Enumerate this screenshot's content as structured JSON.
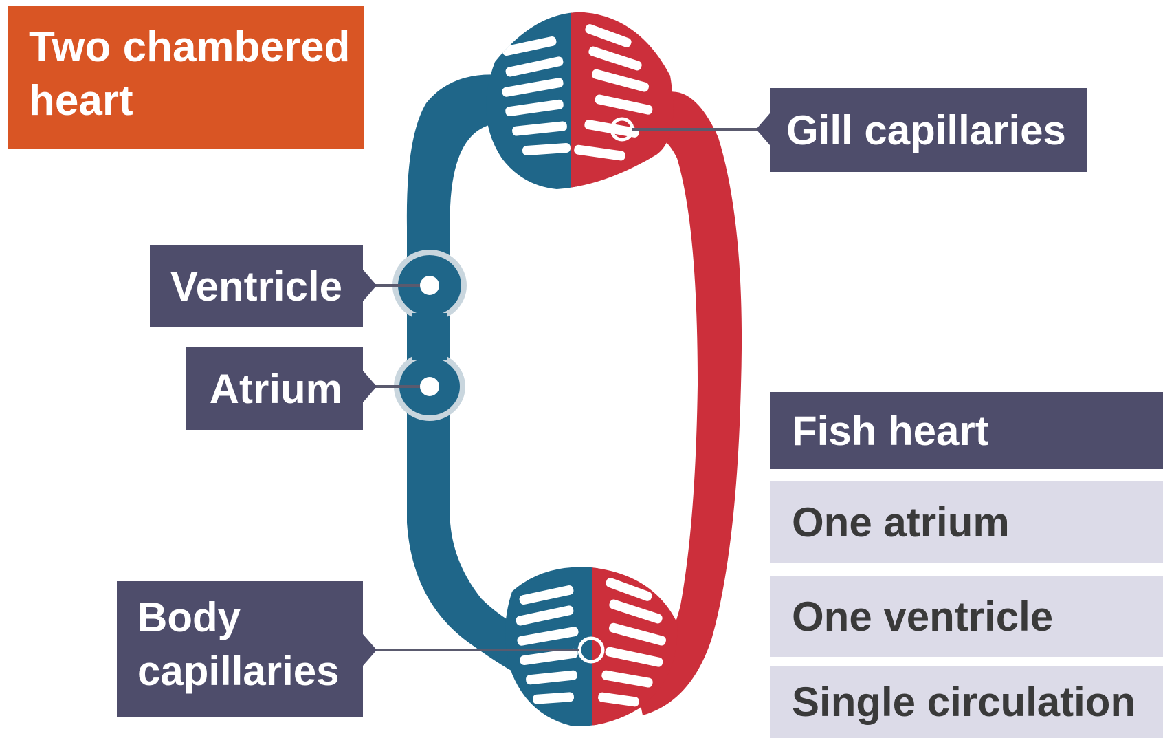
{
  "title": "Two chambered\nheart",
  "labels": {
    "gill_capillaries": "Gill capillaries",
    "ventricle": "Ventricle",
    "atrium": "Atrium",
    "body_capillaries": "Body\ncapillaries"
  },
  "summary_table": {
    "header": "Fish heart",
    "rows": [
      "One atrium",
      "One ventricle",
      "Single circulation"
    ]
  },
  "colors": {
    "title_background": "#d95524",
    "label_background": "#4e4d6b",
    "deoxygenated_blood": "#1f6689",
    "oxygenated_blood": "#cc2f3b",
    "table_row_background": "#dcdbe8"
  },
  "icons": {
    "heart_chamber_marker": "circle-marker",
    "capillary_marker": "hollow-circle-marker"
  }
}
